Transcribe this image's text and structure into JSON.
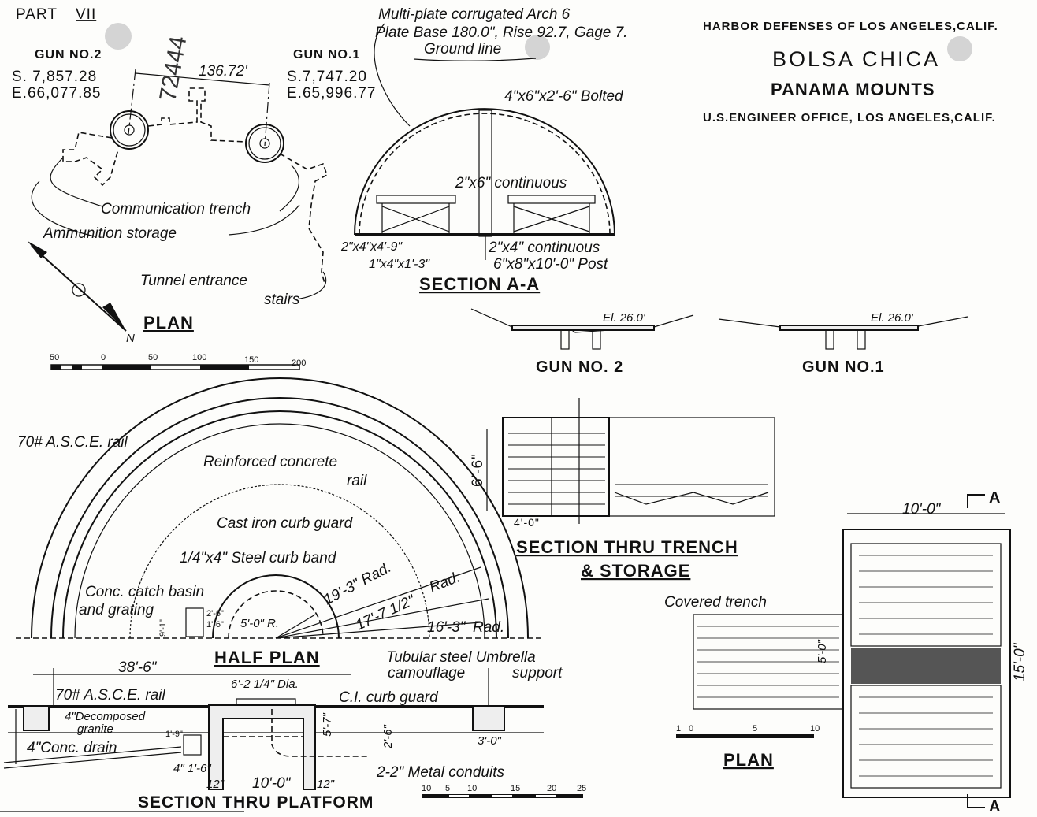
{
  "header": {
    "part_label": "PART",
    "part_number": "VII",
    "line1": "HARBOR DEFENSES OF LOS ANGELES,CALIF.",
    "site": "BOLSA CHICA",
    "subject": "PANAMA MOUNTS",
    "office": "U.S.ENGINEER OFFICE, LOS ANGELES,CALIF."
  },
  "site_plan": {
    "gun2_label": "GUN NO.2",
    "gun2_s": "S. 7,857.28",
    "gun2_e": "E.66,077.85",
    "gun1_label": "GUN NO.1",
    "gun1_s": "S.7,747.20",
    "gun1_e": "E.65,996.77",
    "distance": "136.72'",
    "handwritten": "72444",
    "comm_trench": "Communication trench",
    "ammo": "Ammunition storage",
    "tunnel": "Tunnel entrance",
    "stairs": "stairs",
    "north": "N",
    "title": "PLAN",
    "scale": [
      "50",
      "0",
      "50",
      "100",
      "150",
      "200"
    ]
  },
  "section_aa": {
    "note1": "Multi-plate corrugated Arch 6",
    "note2": "Plate Base 180.0\", Rise 92.7, Gage 7.",
    "note3": "Ground line",
    "bolted": "4\"x6\"x2'-6\" Bolted",
    "continuous6": "2\"x6\" continuous",
    "brace": "2\"x4\"x4'-9\"",
    "block": "1\"x4\"x1'-3\"",
    "continuous4": "2\"x4\" continuous",
    "post": "6\"x8\"x10'-0\" Post",
    "title": "SECTION A-A"
  },
  "elevations": {
    "el_left": "El. 26.0'",
    "el_right": "El. 26.0'",
    "gun2": "GUN NO. 2",
    "gun1": "GUN NO.1"
  },
  "half_plan": {
    "rail": "70# A.S.C.E. rail",
    "conc_rail_1": "Reinforced concrete",
    "conc_rail_2": "rail",
    "curb_guard": "Cast iron curb guard",
    "curb_band": "1/4\"x4\" Steel curb band",
    "rad1": "19'-3\" Rad.",
    "rad2": "17'-7 1/2\"",
    "rad2_unit": "Rad.",
    "rad3": "16'-3\"",
    "rad3_unit": "Rad.",
    "catch1": "Conc. catch basin",
    "catch2": "and grating",
    "r5": "5'-0\" R.",
    "dim_a": "2'-6\"",
    "dim_b": "1'-6\"",
    "dim_c": "9'-1\"",
    "title": "HALF PLAN"
  },
  "trench_section": {
    "height": "6'-6\"",
    "width": "4'-0\"",
    "title1": "SECTION THRU TRENCH",
    "title2": "& STORAGE"
  },
  "plan_right": {
    "width": "10'-0\"",
    "section_mark": "A",
    "covered": "Covered trench",
    "trench_w": "5'-0\"",
    "length": "15'-0\"",
    "scale": [
      "1",
      "0",
      "5",
      "10"
    ],
    "title": "PLAN",
    "section_mark_bottom": "A"
  },
  "platform_section": {
    "span": "38'-6\"",
    "umbrella1": "Tubular steel Umbrella",
    "umbrella2": "camouflage",
    "support": "support",
    "rail": "70# A.S.C.E. rail",
    "dia": "6'-2 1/4\" Dia.",
    "curb": "C.I. curb guard",
    "granite1": "4\"Decomposed",
    "granite2": "granite",
    "d19": "1'-9\"",
    "drain": "4\"Conc. drain",
    "d26": "2'-6\"",
    "d57": "5'-7\"",
    "d30": "3'-0\"",
    "d16": "4\" 1'-6\"",
    "d12a": "12\"",
    "d10": "10'-0\"",
    "d12b": "12\"",
    "conduits": "2-2\" Metal conduits",
    "title": "SECTION THRU PLATFORM",
    "scale": [
      "10",
      "5",
      "10",
      "15",
      "20",
      "25"
    ]
  }
}
